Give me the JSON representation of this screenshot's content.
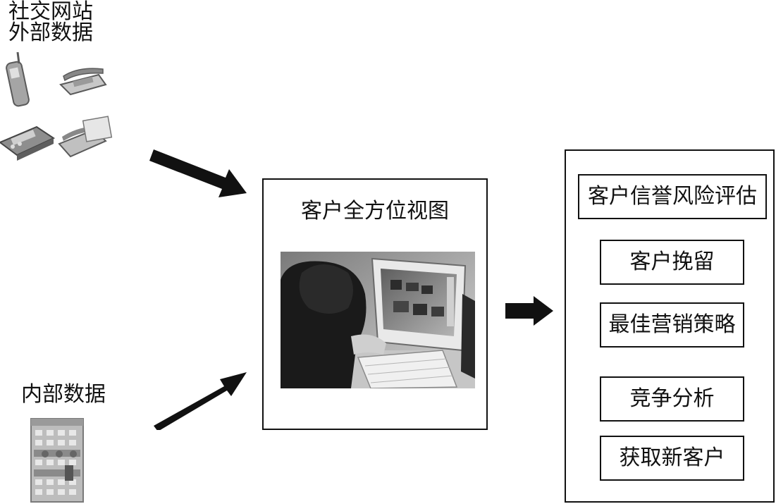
{
  "sources": {
    "social_external": {
      "line1": "社交网站",
      "line2": "外部数据",
      "icon": "phones-fax-icon"
    },
    "internal": {
      "label": "内部数据",
      "icon": "office-building-icon"
    }
  },
  "center": {
    "title": "客户全方位视图",
    "image": "person-at-computer-photo"
  },
  "outputs": [
    {
      "label": "客户信誉风险评估"
    },
    {
      "label": "客户挽留"
    },
    {
      "label": "最佳营销策略"
    },
    {
      "label": "竞争分析"
    },
    {
      "label": "获取新客户"
    }
  ],
  "colors": {
    "ink": "#111111",
    "background": "#ffffff",
    "gray": "#9a9a9a"
  }
}
